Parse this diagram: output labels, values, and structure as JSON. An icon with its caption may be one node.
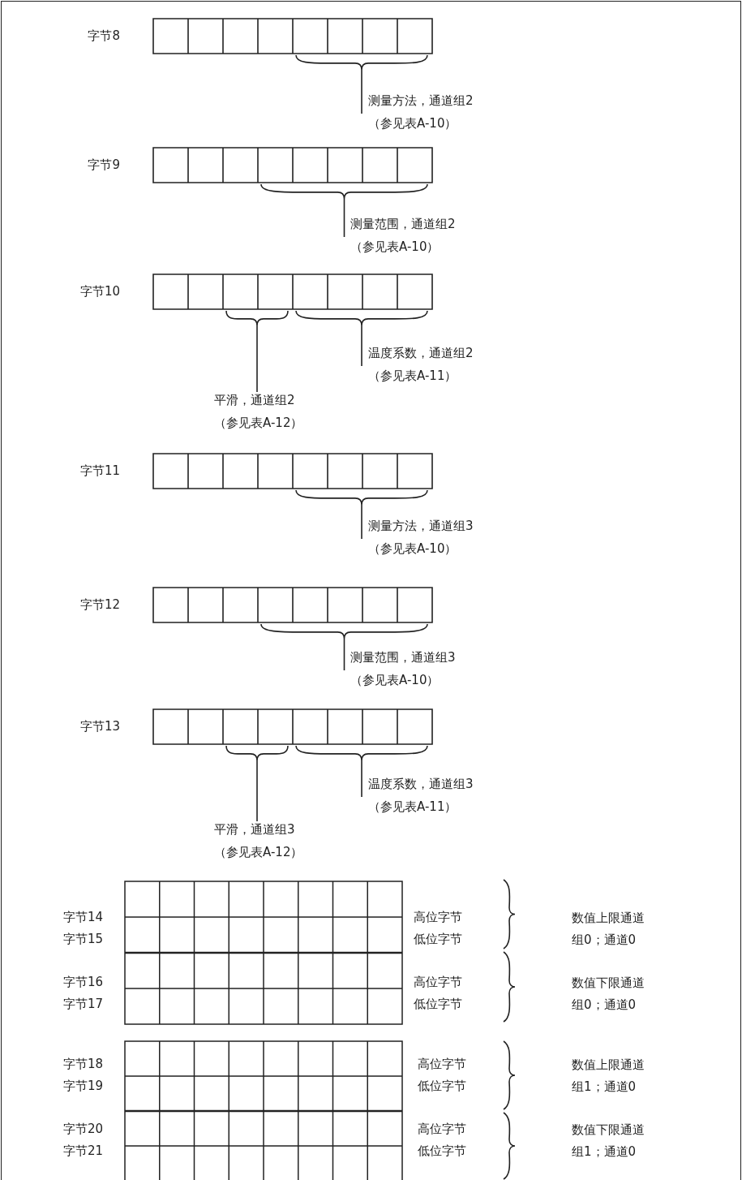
{
  "diagram": {
    "nodes": [
      {
        "text": [
          "字节8"
        ]
      },
      {
        "text": [],
        "shape": "bar"
      },
      {
        "text": [
          "测量方法，通道组2",
          "（参见表A-10）"
        ]
      },
      {
        "text": [
          "字节9"
        ]
      },
      {
        "text": [],
        "shape": "bar"
      },
      {
        "text": [
          "测量范围，通道组2",
          "（参见表A-10）"
        ]
      },
      {
        "text": [
          "字节10"
        ]
      },
      {
        "text": [],
        "shape": "bar"
      },
      {
        "text": [],
        "shape": "bar"
      },
      {
        "text": [
          "温度系数，通道组2",
          "（参见表A-11）"
        ]
      },
      {
        "text": [
          "平滑，通道组2",
          "（参见表A-12）"
        ]
      },
      {
        "text": [
          "字节11"
        ]
      },
      {
        "text": [],
        "shape": "bar"
      },
      {
        "text": [
          "测量方法，通道组3",
          "（参见表A-10）"
        ]
      },
      {
        "text": [
          "字节12"
        ]
      },
      {
        "text": [],
        "shape": "bar"
      },
      {
        "text": [
          "测量范围，通道组3",
          "（参见表A-10）"
        ]
      },
      {
        "text": [
          "字节13"
        ]
      },
      {
        "text": [],
        "shape": "bar"
      },
      {
        "text": [],
        "shape": "bar"
      },
      {
        "text": [
          "温度系数，通道组3",
          "（参见表A-11）"
        ]
      },
      {
        "text": [
          "平滑，通道组3",
          "（参见表A-12）"
        ]
      },
      {
        "text": [],
        "shape": "box"
      },
      {
        "text": [],
        "shape": "box"
      }
    ],
    "edges": [
      {
        "from": 2,
        "to": 1,
        "arrow": "none"
      },
      {
        "from": 5,
        "to": 4,
        "arrow": "none"
      },
      {
        "from": 9,
        "to": 8,
        "arrow": "none"
      },
      {
        "from": 10,
        "to": 7,
        "arrow": "none"
      },
      {
        "from": 13,
        "to": 12,
        "arrow": "none"
      },
      {
        "from": 16,
        "to": 15,
        "arrow": "none"
      },
      {
        "from": 20,
        "to": 19,
        "arrow": "none"
      },
      {
        "from": 21,
        "to": 18,
        "arrow": "none"
      }
    ],
    "labels": [
      "字节14",
      "高位字节",
      "数值上限通道组0；通道0",
      "字节15",
      "低位字节",
      "字节16",
      "高位字节",
      "数值下限通道组0；通道0",
      "字节17",
      "低位字节",
      "字节18",
      "高位字节",
      "数值上限通道组1；通道0",
      "字节19",
      "低位字节",
      "字节20",
      "高位字节",
      "数值下限通道组1；通道0",
      "字节21",
      "低位字节"
    ]
  }
}
